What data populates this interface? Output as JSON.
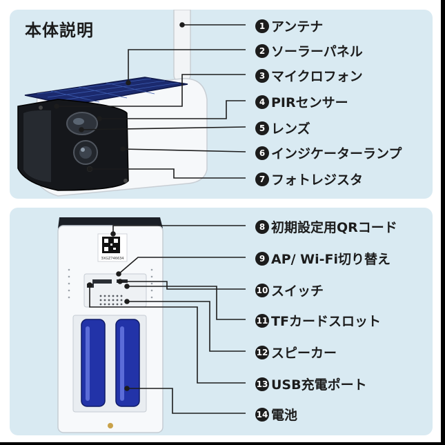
{
  "top": {
    "title": "本体説明",
    "labels": [
      {
        "num": "1",
        "text": "アンテナ"
      },
      {
        "num": "2",
        "text": "ソーラーパネル"
      },
      {
        "num": "3",
        "text": "マイクロフォン"
      },
      {
        "num": "4",
        "text": "PIRセンサー"
      },
      {
        "num": "5",
        "text": "レンズ"
      },
      {
        "num": "6",
        "text": "インジケーターランプ"
      },
      {
        "num": "7",
        "text": "フォトレジスタ"
      }
    ]
  },
  "bottom": {
    "qr_serial": "3XGZ746634",
    "labels": [
      {
        "num": "8",
        "text": "初期設定用QRコード"
      },
      {
        "num": "9",
        "text": "AP/ Wi-Fi切り替え"
      },
      {
        "num": "10",
        "text": "スイッチ"
      },
      {
        "num": "11",
        "text": "TFカードスロット"
      },
      {
        "num": "12",
        "text": "スピーカー"
      },
      {
        "num": "13",
        "text": "USB充電ポート"
      },
      {
        "num": "14",
        "text": "電池"
      }
    ]
  },
  "colors": {
    "panel_bg": "#d9eaf2",
    "leader_line": "#1c1c1c",
    "battery": "#2233a8",
    "camera_body": "#f4f6f8",
    "solar_panel": "#1b2a6e"
  }
}
